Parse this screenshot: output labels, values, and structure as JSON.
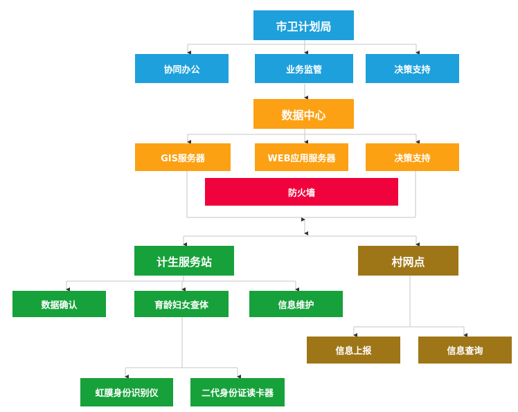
{
  "colors": {
    "blue": "#1ea0dc",
    "orange": "#fca113",
    "red": "#f0023d",
    "green": "#17a13a",
    "brown": "#9e7617",
    "line": "#c4c4c4",
    "arrow": "#333333"
  },
  "nodes": {
    "bureau": "市卫计划局",
    "collab_office": "协同办公",
    "business_supervision": "业务监管",
    "decision_support_top": "决策支持",
    "data_center": "数据中心",
    "gis_server": "GIS服务器",
    "web_app_server": "WEB应用服务器",
    "decision_support_mid": "决策支持",
    "firewall": "防火墙",
    "service_station": "计生服务站",
    "village_point": "村网点",
    "data_confirm": "数据确认",
    "women_checkup": "育龄妇女查体",
    "info_maintain": "信息维护",
    "info_report": "信息上报",
    "info_query": "信息查询",
    "iris_device": "虹膜身份识别仪",
    "id_card_reader": "二代身份证读卡器"
  }
}
